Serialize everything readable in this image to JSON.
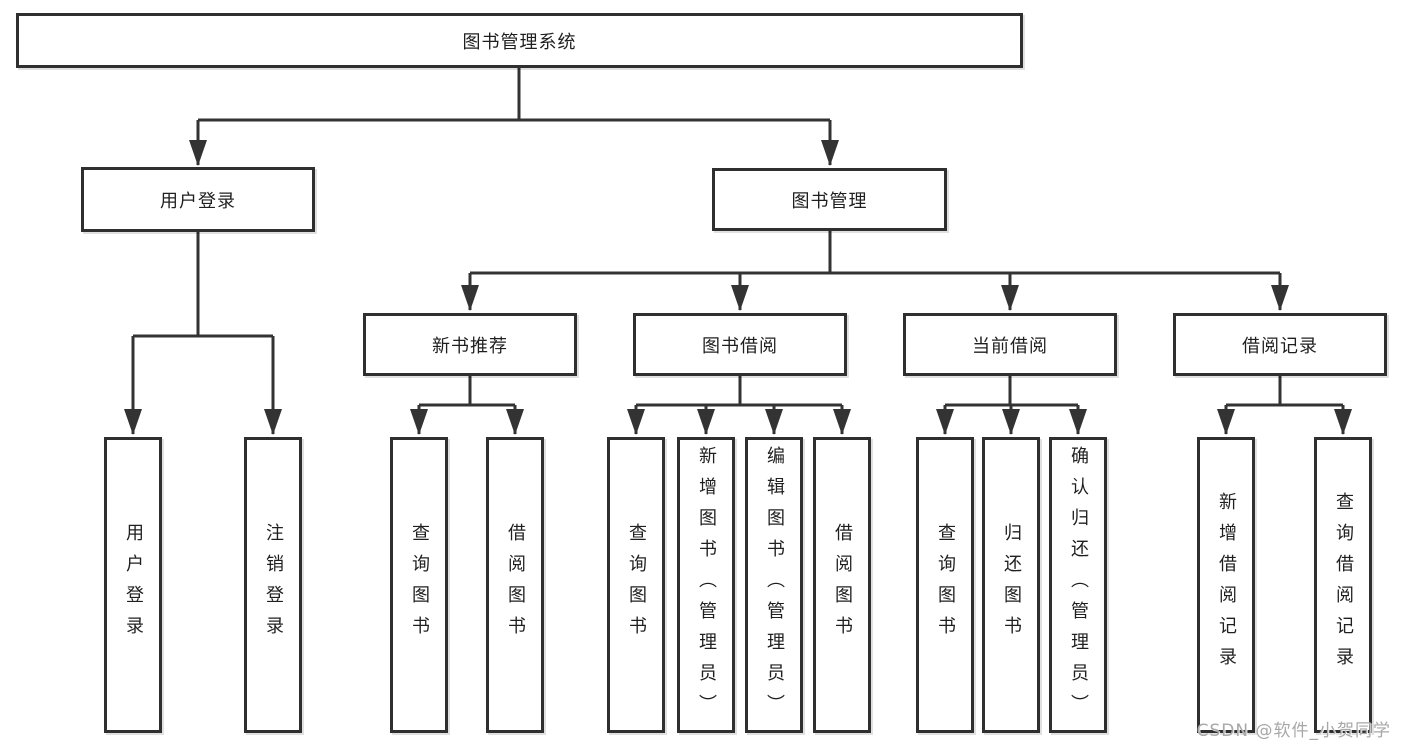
{
  "title": {
    "label": "图书管理系统"
  },
  "level2": [
    {
      "label": "用户登录"
    },
    {
      "label": "图书管理"
    }
  ],
  "modules": [
    {
      "label": "新书推荐"
    },
    {
      "label": "图书借阅"
    },
    {
      "label": "当前借阅"
    },
    {
      "label": "借阅记录"
    }
  ],
  "leaves": {
    "login": [
      {
        "label": "用户登录"
      },
      {
        "label": "注销登录"
      }
    ],
    "recommend": [
      {
        "label": "查询图书"
      },
      {
        "label": "借阅图书"
      }
    ],
    "borrow": [
      {
        "label": "查询图书"
      },
      {
        "label": "新增图书（管理员）"
      },
      {
        "label": "编辑图书（管理员）"
      },
      {
        "label": "借阅图书"
      }
    ],
    "current": [
      {
        "label": "查询图书"
      },
      {
        "label": "归还图书"
      },
      {
        "label": "确认归还（管理员）"
      }
    ],
    "records": [
      {
        "label": "新增借阅记录"
      },
      {
        "label": "查询借阅记录"
      }
    ]
  },
  "watermark": {
    "text": "CSDN @软件_小贺同学"
  },
  "colors": {
    "line": "#333333",
    "box_border": "#2f2f2f",
    "text": "#1f1f1f",
    "watermark": "#a8a8a8",
    "background": "#ffffff"
  }
}
